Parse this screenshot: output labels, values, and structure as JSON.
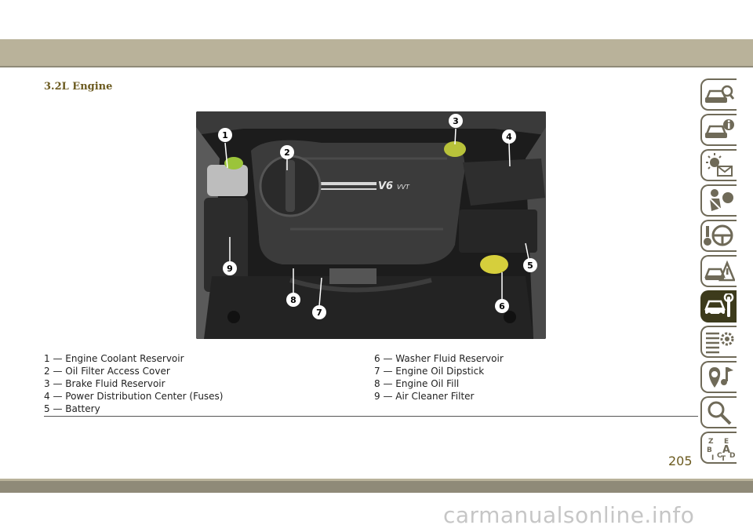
{
  "section_title": "3.2L Engine",
  "photo": {
    "engine_badge": "V6",
    "engine_badge_sub": "VVT",
    "callouts": [
      "1",
      "2",
      "3",
      "4",
      "5",
      "6",
      "7",
      "8",
      "9"
    ]
  },
  "legend": {
    "left": [
      "1 — Engine Coolant Reservoir",
      "2 — Oil Filter Access Cover",
      "3 — Brake Fluid Reservoir",
      "4 — Power Distribution Center (Fuses)",
      "5 — Battery"
    ],
    "right": [
      "6 — Washer Fluid Reservoir",
      "7 — Engine Oil Dipstick",
      "8 — Engine Oil Fill",
      "9 — Air Cleaner Filter"
    ]
  },
  "tabs": [
    {
      "icon": "car-search-icon"
    },
    {
      "icon": "car-info-icon"
    },
    {
      "icon": "warning-light-message-icon"
    },
    {
      "icon": "airbag-seat-icon"
    },
    {
      "icon": "steering-wheel-icon"
    },
    {
      "icon": "car-warning-triangle-icon"
    },
    {
      "icon": "car-wrench-icon",
      "active": true
    },
    {
      "icon": "specifications-gear-icon"
    },
    {
      "icon": "multimedia-icon"
    },
    {
      "icon": "magnifier-index-icon"
    },
    {
      "icon": "letters-index-icon"
    }
  ],
  "tab_letters": [
    "Z",
    "E",
    "B",
    "A",
    "I",
    "C",
    "T",
    "D"
  ],
  "page_number": "205",
  "watermark": "carmanualsonline.info",
  "colors": {
    "band": "#b9b29a",
    "band_dark": "#8f8a78",
    "title": "#6b5a1f",
    "active_tab": "#3d3b1c"
  }
}
